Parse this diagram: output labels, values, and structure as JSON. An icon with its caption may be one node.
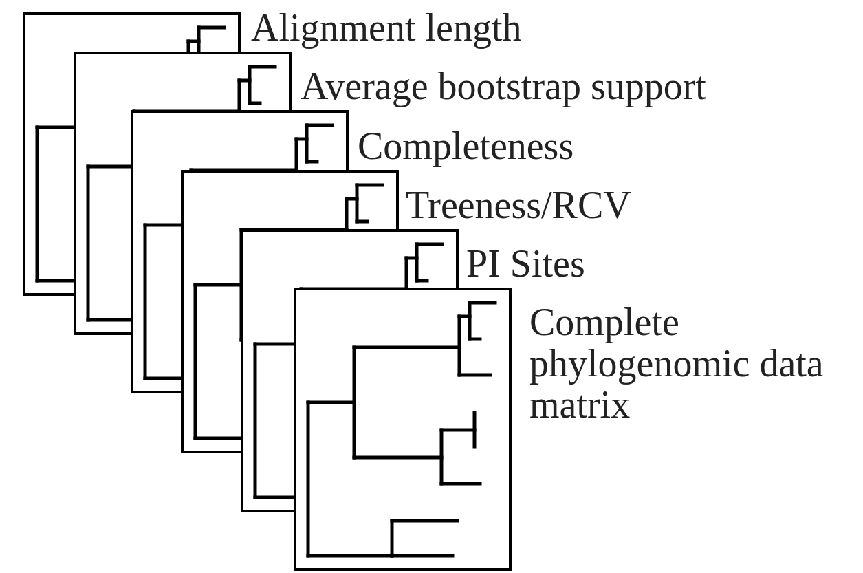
{
  "diagram": {
    "nodes": [
      {
        "text": [
          "Alignment length"
        ]
      },
      {
        "text": [
          "Average bootstrap support"
        ]
      },
      {
        "text": [
          "Completeness"
        ]
      },
      {
        "text": [
          "Treeness/RCV"
        ]
      },
      {
        "text": [
          "PI Sites"
        ]
      },
      {
        "text": [
          "Complete phylogenomic data matrix"
        ]
      }
    ],
    "edges": []
  }
}
